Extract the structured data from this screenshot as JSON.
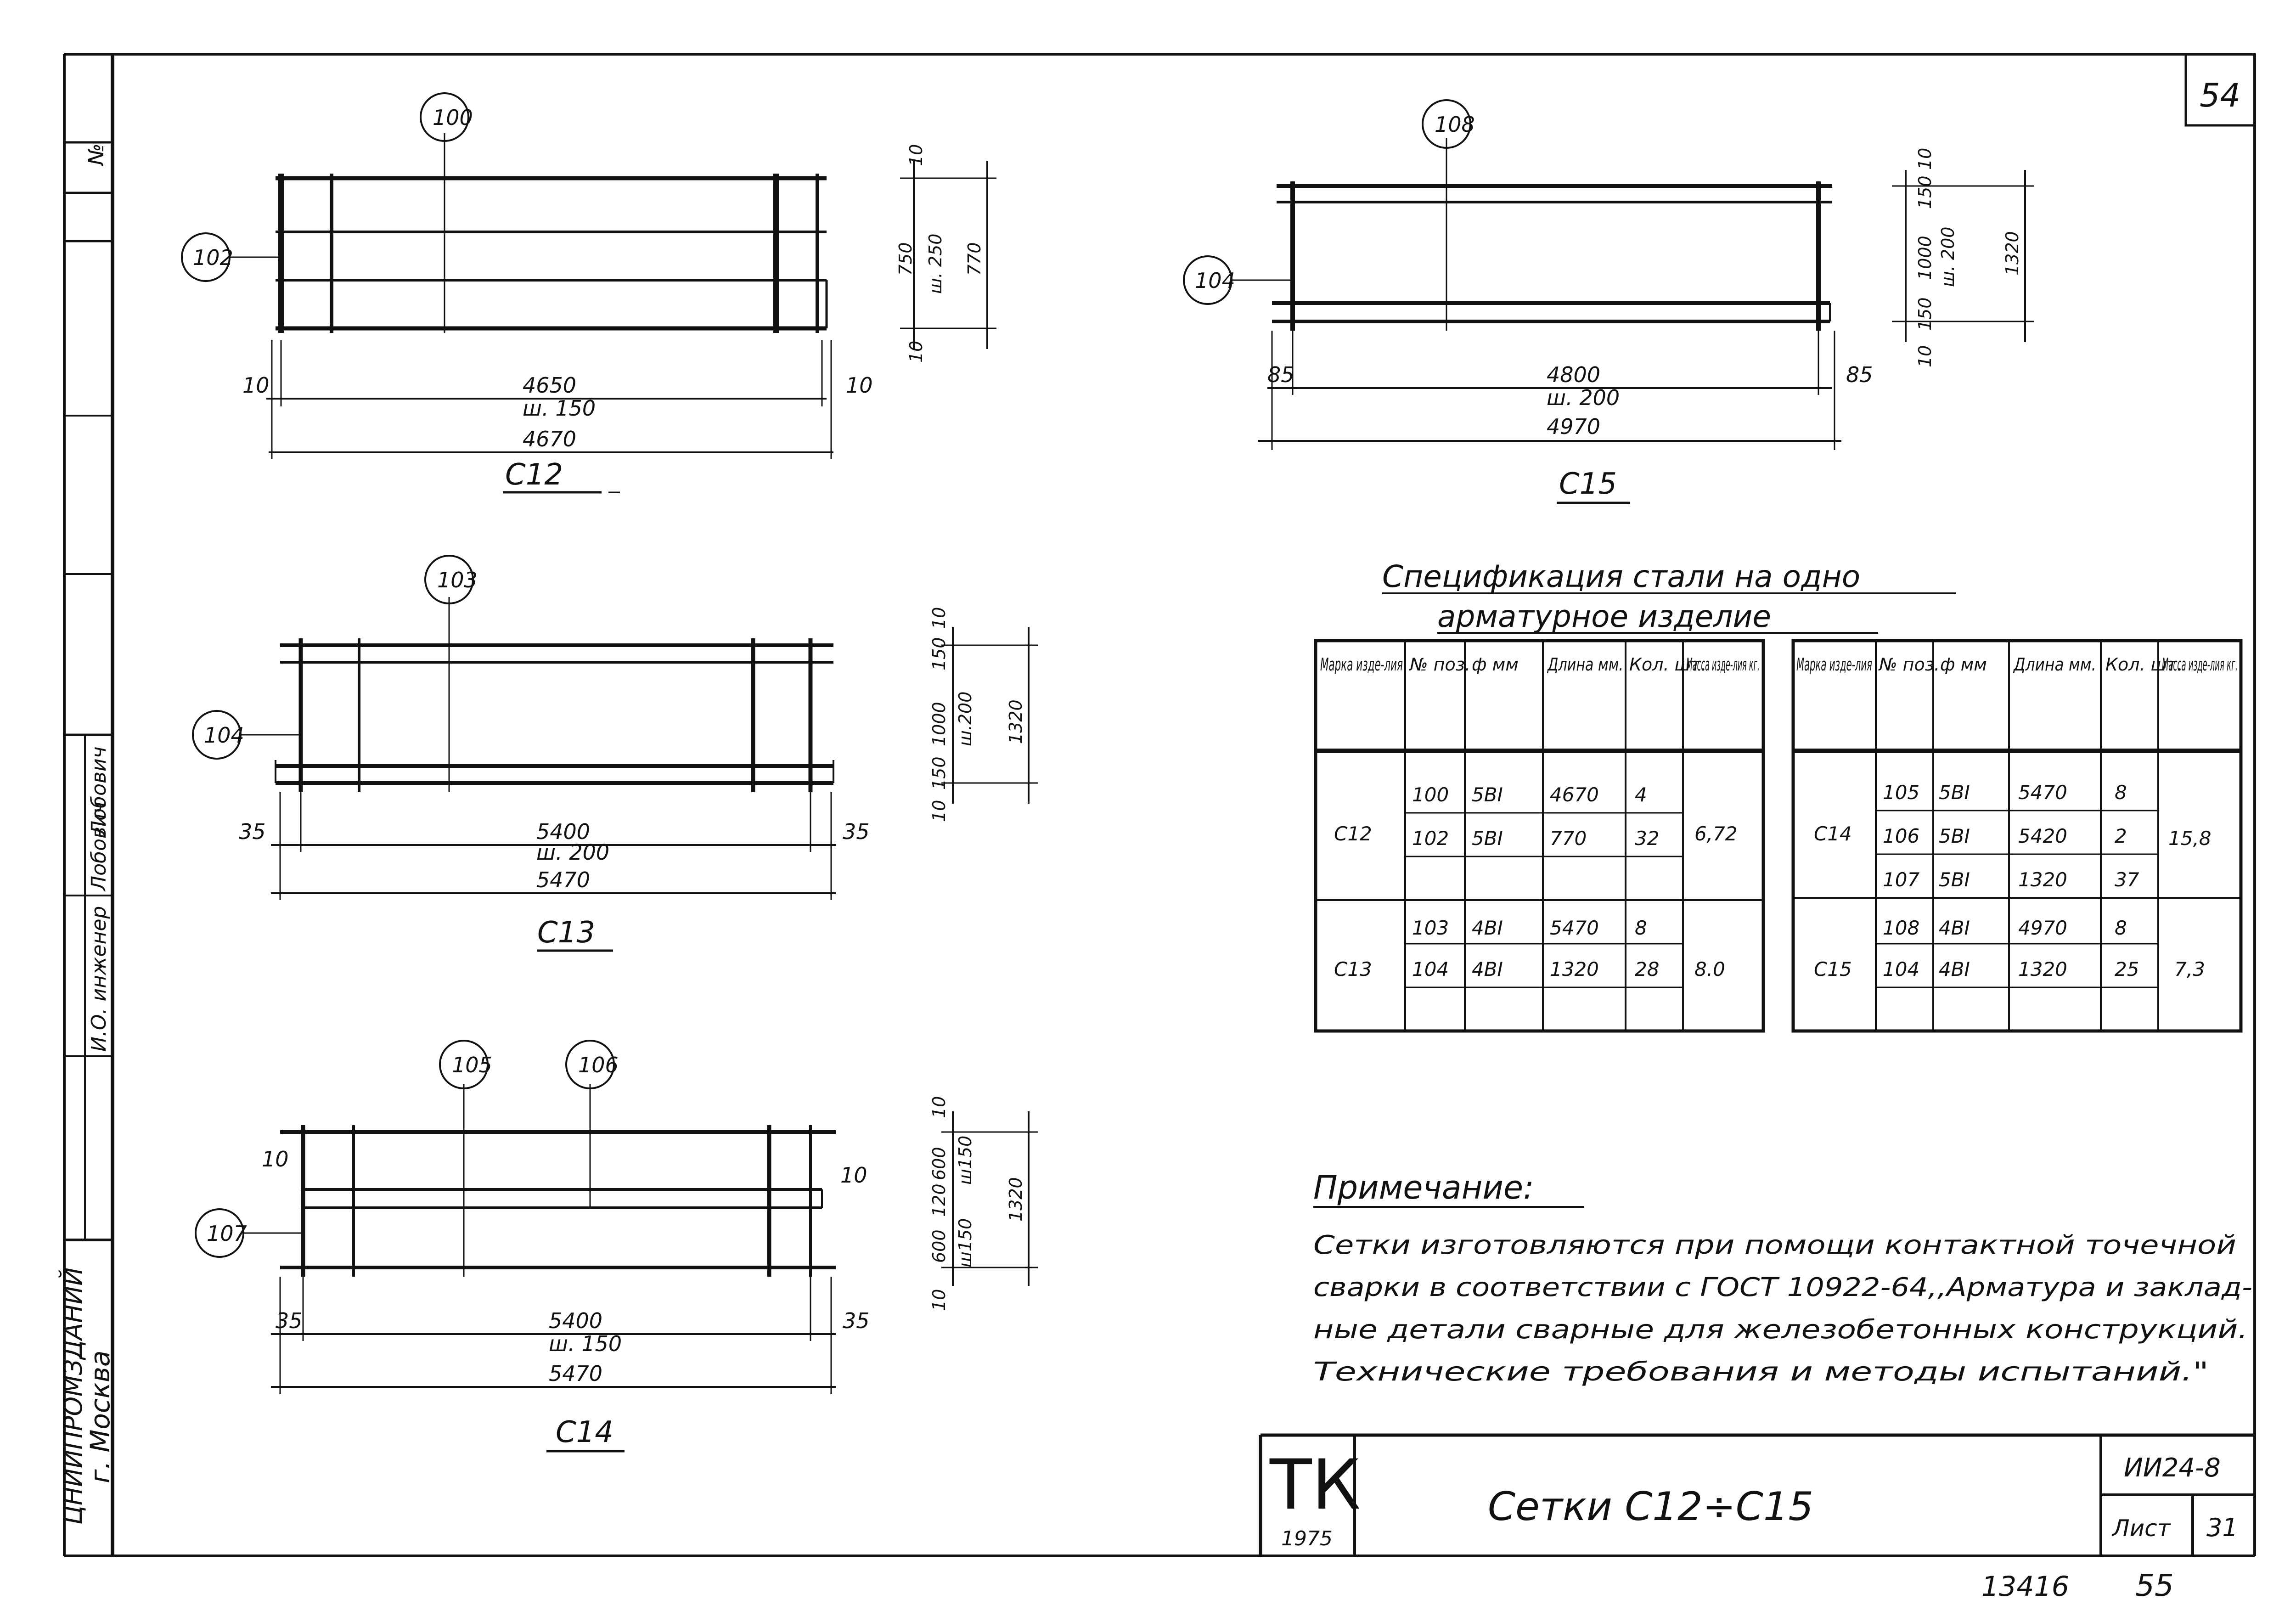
{
  "sheet": {
    "page_number": "54",
    "doc_code": "ИИ24-8",
    "sheet_label": "Лист",
    "sheet_number": "31",
    "title": "Сетки С12÷С15",
    "logo": "ТК",
    "year": "1975",
    "inventory_number": "13416",
    "bottom_page": "55"
  },
  "side_stamp": {
    "org": "ЦНИИПРОМЗДАНИЙ",
    "city": "г. Москва",
    "position": "И.О. инженер",
    "name": "Лобович",
    "signature": "Лобович",
    "corner_mark": "№"
  },
  "drawings": {
    "c12": {
      "name": "С12",
      "tag_top": "100",
      "tag_left": "102",
      "dim_inner": "4650",
      "dim_step": "ш. 150",
      "dim_total": "4670",
      "edge_left": "10",
      "edge_right": "10",
      "v_top": "10",
      "v_mid": "750",
      "v_step": "ш. 250",
      "v_bottom": "10",
      "v_total": "770"
    },
    "c15": {
      "name": "С15",
      "tag_top": "108",
      "tag_left": "104",
      "dim_inner": "4800",
      "dim_step": "ш. 200",
      "dim_total": "4970",
      "edge_left": "85",
      "edge_right": "85",
      "v_top": "10",
      "v_a": "150",
      "v_mid": "1000",
      "v_step": "ш. 200",
      "v_b": "150",
      "v_bottom": "10",
      "v_total": "1320"
    },
    "c13": {
      "name": "С13",
      "tag_top": "103",
      "tag_left": "104",
      "dim_inner": "5400",
      "dim_step": "ш. 200",
      "dim_total": "5470",
      "edge_left": "35",
      "edge_right": "35",
      "v_top": "10",
      "v_a": "150",
      "v_mid": "1000",
      "v_step": "ш.200",
      "v_b": "150",
      "v_bottom": "10",
      "v_total": "1320"
    },
    "c14": {
      "name": "С14",
      "tag_top_a": "105",
      "tag_top_b": "106",
      "tag_left": "107",
      "dim_inner": "5400",
      "dim_step": "ш. 150",
      "dim_total": "5470",
      "edge_left": "35",
      "edge_right": "35",
      "edge_top_left": "10",
      "edge_top_right": "10",
      "v_top": "10",
      "v_a": "600",
      "v_a_step": "ш150",
      "v_mid": "120",
      "v_b": "600",
      "v_b_step": "ш150",
      "v_bottom": "10",
      "v_total": "1320"
    }
  },
  "spec": {
    "title_line1": "Спецификация стали на одно",
    "title_line2": "арматурное изделие",
    "headers": [
      "Марка изде-лия",
      "№ поз.",
      "ф мм",
      "Длина мм.",
      "Кол. шт.",
      "Масса изде-лия кг."
    ],
    "left_rows": [
      {
        "mark": "С12",
        "mass": "6,72",
        "items": [
          {
            "pos": "100",
            "dia": "5ВI",
            "len": "4670",
            "qty": "4"
          },
          {
            "pos": "102",
            "dia": "5ВI",
            "len": "770",
            "qty": "32"
          }
        ]
      },
      {
        "mark": "С13",
        "mass": "8.0",
        "items": [
          {
            "pos": "103",
            "dia": "4ВI",
            "len": "5470",
            "qty": "8"
          },
          {
            "pos": "104",
            "dia": "4ВI",
            "len": "1320",
            "qty": "28"
          }
        ]
      }
    ],
    "right_rows": [
      {
        "mark": "С14",
        "mass": "15,8",
        "items": [
          {
            "pos": "105",
            "dia": "5ВI",
            "len": "5470",
            "qty": "8"
          },
          {
            "pos": "106",
            "dia": "5ВI",
            "len": "5420",
            "qty": "2"
          },
          {
            "pos": "107",
            "dia": "5ВI",
            "len": "1320",
            "qty": "37"
          }
        ]
      },
      {
        "mark": "С15",
        "mass": "7,3",
        "items": [
          {
            "pos": "108",
            "dia": "4ВI",
            "len": "4970",
            "qty": "8"
          },
          {
            "pos": "104",
            "dia": "4ВI",
            "len": "1320",
            "qty": "25"
          }
        ]
      }
    ]
  },
  "note": {
    "heading": "Примечание:",
    "lines": [
      "Сетки изготовляются при помощи контактной точечной",
      "сварки в соответствии с ГОСТ 10922-64,,Арматура и заклад-",
      "ные детали сварные для железобетонных конструкций.",
      "Технические требования и методы испытаний.\""
    ]
  }
}
